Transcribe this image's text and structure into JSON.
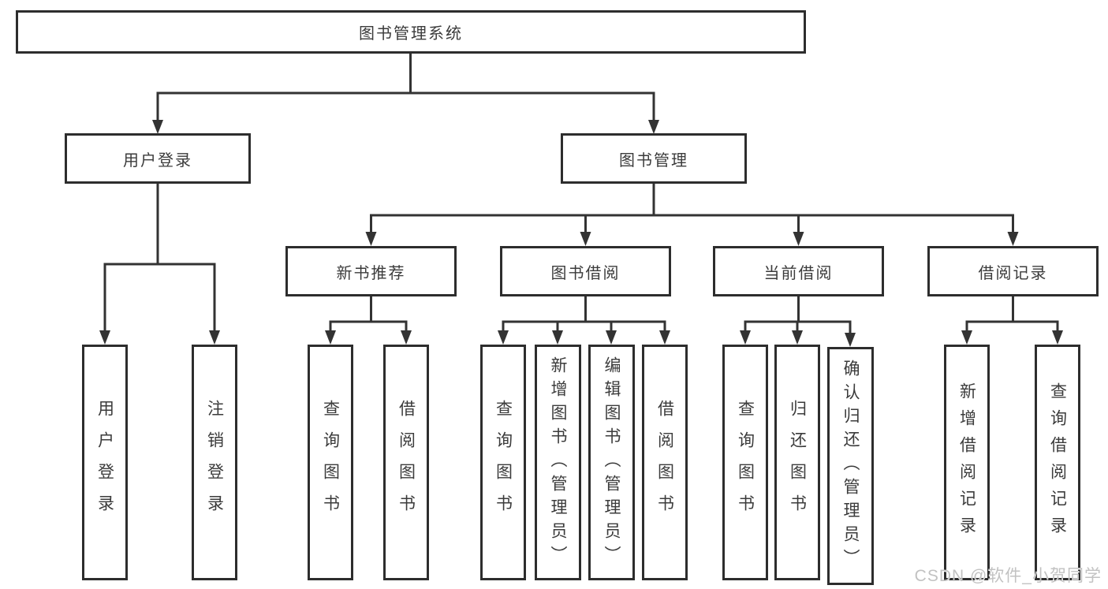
{
  "diagram_title": "图书管理系统",
  "tree": {
    "label": "图书管理系统",
    "children": [
      {
        "label": "用户登录",
        "children": [
          {
            "label": "用户登录"
          },
          {
            "label": "注销登录"
          }
        ]
      },
      {
        "label": "图书管理",
        "children": [
          {
            "label": "新书推荐",
            "children": [
              {
                "label": "查询图书"
              },
              {
                "label": "借阅图书"
              }
            ]
          },
          {
            "label": "图书借阅",
            "children": [
              {
                "label": "查询图书"
              },
              {
                "label": "新增图书（管理员）"
              },
              {
                "label": "编辑图书（管理员）"
              },
              {
                "label": "借阅图书"
              }
            ]
          },
          {
            "label": "当前借阅",
            "children": [
              {
                "label": "查询图书"
              },
              {
                "label": "归还图书"
              },
              {
                "label": "确认归还（管理员）"
              }
            ]
          },
          {
            "label": "借阅记录",
            "children": [
              {
                "label": "新增借阅记录"
              },
              {
                "label": "查询借阅记录"
              }
            ]
          }
        ]
      }
    ]
  },
  "watermark": {
    "text": "CSDN @软件_小贺同学"
  },
  "colors": {
    "background": "#ffffff",
    "box_border": "#2d2d2d",
    "connector_line": "#333333",
    "text": "#3b3b3b",
    "watermark_text": "#c2c2c2"
  }
}
